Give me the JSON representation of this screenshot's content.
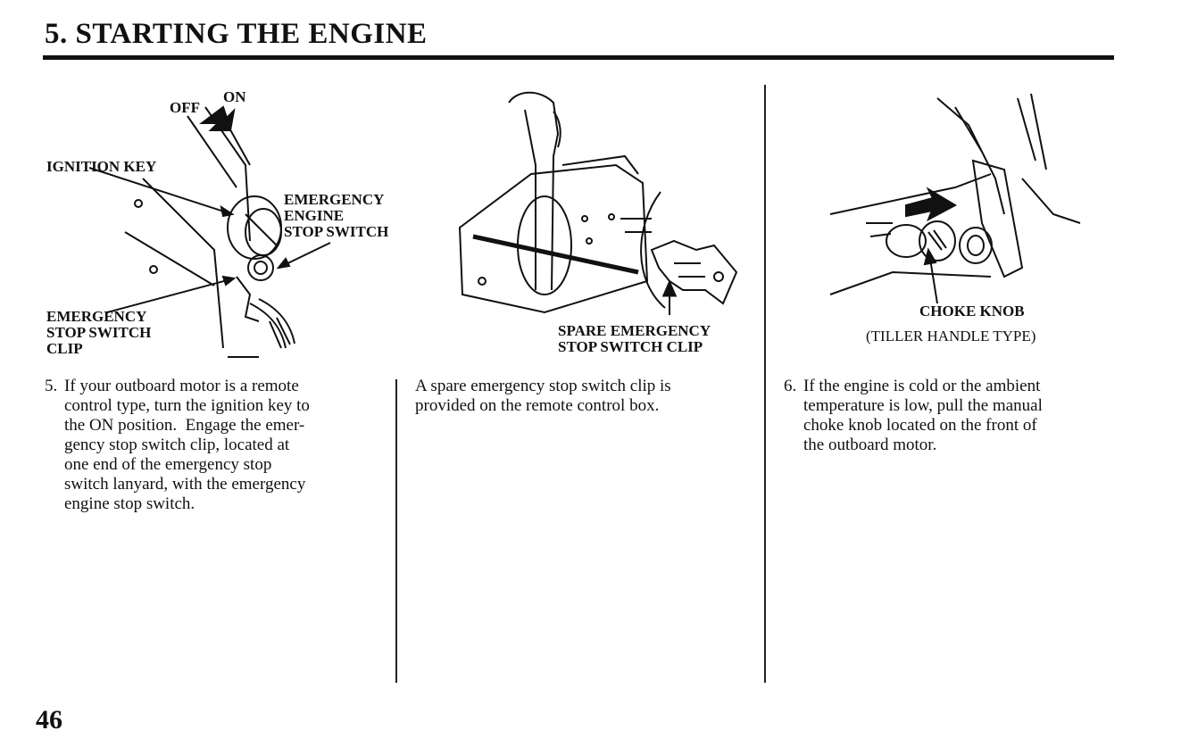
{
  "page": {
    "title": "5. STARTING THE ENGINE",
    "number": "46"
  },
  "figure_left": {
    "labels": {
      "off": "OFF",
      "on": "ON",
      "ignition_key": "IGNITION KEY",
      "engine_stop_switch": "EMERGENCY\nENGINE\nSTOP SWITCH",
      "stop_switch_clip": "EMERGENCY\nSTOP SWITCH\nCLIP"
    }
  },
  "figure_middle": {
    "labels": {
      "spare_clip": "SPARE EMERGENCY\nSTOP SWITCH CLIP"
    }
  },
  "figure_right": {
    "labels": {
      "choke_knob": "CHOKE KNOB",
      "tiller_type": "(TILLER HANDLE TYPE)"
    }
  },
  "steps": {
    "step5": {
      "number": "5.",
      "text": "If your outboard motor is a remote\ncontrol type, turn the ignition key to\nthe ON position.  Engage the emer-\ngency stop switch clip, located at\none end of the emergency stop\nswitch lanyard, with the emergency\nengine stop switch."
    },
    "spare_note": "A spare emergency stop switch clip is\nprovided on the remote control box.",
    "step6": {
      "number": "6.",
      "text": "If the engine is cold or the ambient\ntemperature is low, pull the manual\nchoke knob located on the front of\nthe outboard motor."
    }
  }
}
